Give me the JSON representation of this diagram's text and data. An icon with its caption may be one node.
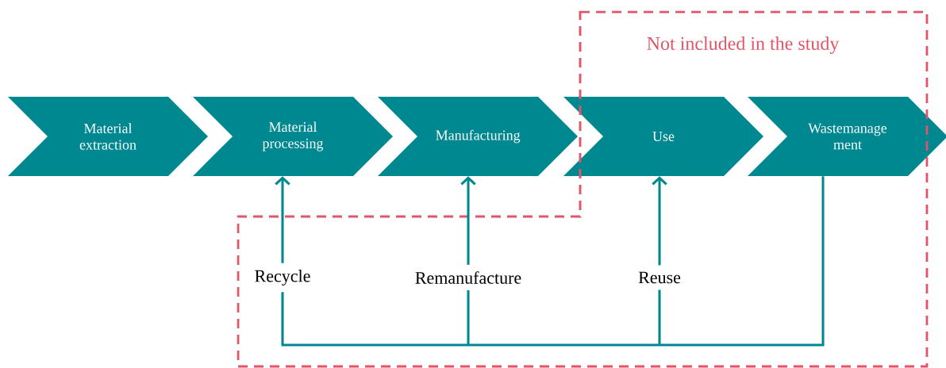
{
  "diagram": {
    "nodes": [
      {
        "text": [
          "Material extraction"
        ]
      },
      {
        "text": [
          "Material processing"
        ]
      },
      {
        "text": [
          "Manufacturing"
        ]
      },
      {
        "text": [
          "Use"
        ]
      },
      {
        "text": [
          "Wastemanage ment"
        ]
      },
      {
        "text": [
          "Recycle"
        ]
      },
      {
        "text": [
          "Remanufacture"
        ]
      },
      {
        "text": [
          "Reuse"
        ]
      }
    ],
    "edges": [
      {
        "from": 5,
        "to": 1,
        "arrow": "to"
      },
      {
        "from": 6,
        "to": 2,
        "arrow": "to"
      },
      {
        "from": 7,
        "to": 3,
        "arrow": "to"
      },
      {
        "from": 4,
        "to": 5,
        "arrow": "none"
      },
      {
        "from": 4,
        "to": 6,
        "arrow": "none"
      },
      {
        "from": 4,
        "to": 7,
        "arrow": "none"
      }
    ],
    "labels": [
      "Not included in the study"
    ]
  }
}
